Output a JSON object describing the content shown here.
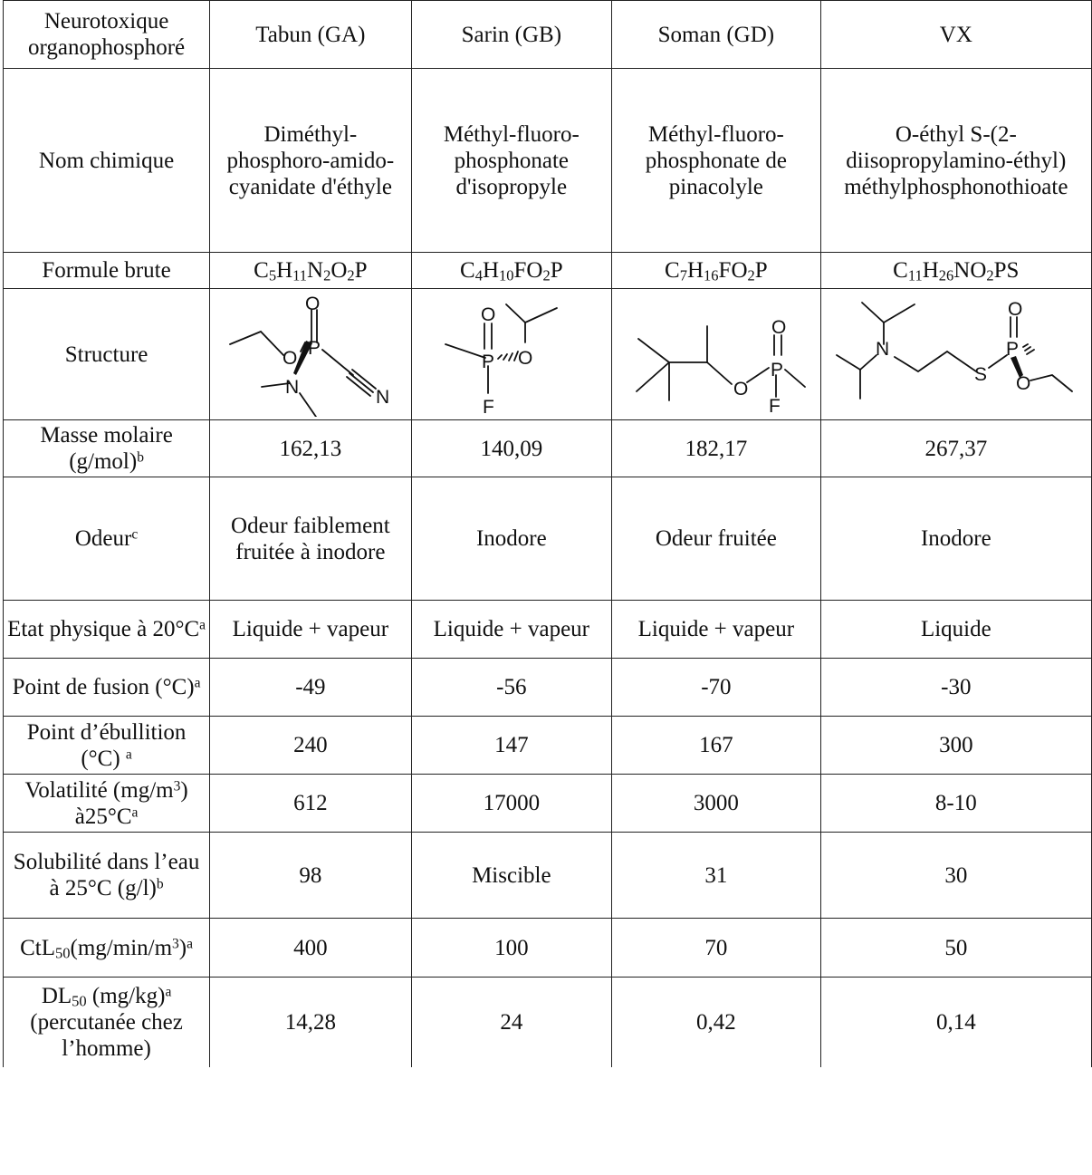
{
  "header": {
    "label": "Neurotoxique organophosphoré",
    "agents": [
      "Tabun (GA)",
      "Sarin (GB)",
      "Soman (GD)",
      "VX"
    ]
  },
  "rows": {
    "nom": {
      "label": "Nom chimique",
      "values": [
        "Diméthyl-phosphoro-amido-cyanidate d'éthyle",
        "Méthyl-fluoro-phosphonate d'isopropyle",
        "Méthyl-fluoro-phosphonate de pinacolyle",
        "O-éthyl S-(2-diisopropylamino-éthyl) méthylphosphonothioate"
      ]
    },
    "formule": {
      "label": "Formule brute",
      "values": [
        "C5H11N2O2P",
        "C4H10FO2P",
        "C7H16FO2P",
        "C11H26NO2PS"
      ]
    },
    "structure": {
      "label": "Structure"
    },
    "masse": {
      "label": "Masse molaire (g/mol)",
      "note": "b",
      "values": [
        "162,13",
        "140,09",
        "182,17",
        "267,37"
      ]
    },
    "odeur": {
      "label": "Odeur",
      "note": "c",
      "values": [
        "Odeur faiblement fruitée à inodore",
        "Inodore",
        "Odeur fruitée",
        "Inodore"
      ]
    },
    "etat": {
      "label": "Etat physique à 20°C",
      "note": "a",
      "values": [
        "Liquide + vapeur",
        "Liquide + vapeur",
        "Liquide + vapeur",
        "Liquide"
      ]
    },
    "fusion": {
      "label": "Point de fusion (°C)",
      "note": "a",
      "values": [
        "-49",
        "-56",
        "-70",
        "-30"
      ]
    },
    "ebullition": {
      "label": "Point d’ébullition (°C)",
      "note": "a",
      "values": [
        "240",
        "147",
        "167",
        "300"
      ]
    },
    "volatilite": {
      "label_pre": "Volatilité (mg/m",
      "label_sup": "3",
      "label_post": ") à25°C",
      "note": "a",
      "values": [
        "612",
        "17000",
        "3000",
        "8-10"
      ]
    },
    "solubilite": {
      "label": "Solubilité dans l’eau à 25°C (g/l)",
      "note": "b",
      "values": [
        "98",
        "Miscible",
        "31",
        "30"
      ]
    },
    "ctl50": {
      "label_main": "CtL",
      "label_sub": "50",
      "label_tail": "(mg/min/m",
      "label_sup": "3",
      "label_end": ")",
      "note": "a",
      "values": [
        "400",
        "100",
        "70",
        "50"
      ]
    },
    "dl50": {
      "label_main": "DL",
      "label_sub": "50",
      "label_tail": " (mg/kg)",
      "note": "a",
      "label_extra": "(percutanée chez l’homme)",
      "values": [
        "14,28",
        "24",
        "0,42",
        "0,14"
      ]
    }
  },
  "formula_parts": [
    [
      [
        "C",
        ""
      ],
      [
        "5",
        "s"
      ],
      [
        "H",
        ""
      ],
      [
        "11",
        "s"
      ],
      [
        "N",
        ""
      ],
      [
        "2",
        "s"
      ],
      [
        "O",
        ""
      ],
      [
        "2",
        "s"
      ],
      [
        "P",
        ""
      ]
    ],
    [
      [
        "C",
        ""
      ],
      [
        "4",
        "s"
      ],
      [
        "H",
        ""
      ],
      [
        "10",
        "s"
      ],
      [
        "FO",
        ""
      ],
      [
        "2",
        "s"
      ],
      [
        "P",
        ""
      ]
    ],
    [
      [
        "C",
        ""
      ],
      [
        "7",
        "s"
      ],
      [
        "H",
        ""
      ],
      [
        "16",
        "s"
      ],
      [
        "FO",
        ""
      ],
      [
        "2",
        "s"
      ],
      [
        "P",
        ""
      ]
    ],
    [
      [
        "C",
        ""
      ],
      [
        "11",
        "s"
      ],
      [
        "H",
        ""
      ],
      [
        "26",
        "s"
      ],
      [
        "NO",
        ""
      ],
      [
        "2",
        "s"
      ],
      [
        "PS",
        ""
      ]
    ]
  ],
  "atoms": {
    "O": "O",
    "P": "P",
    "N": "N",
    "F": "F",
    "S": "S"
  }
}
